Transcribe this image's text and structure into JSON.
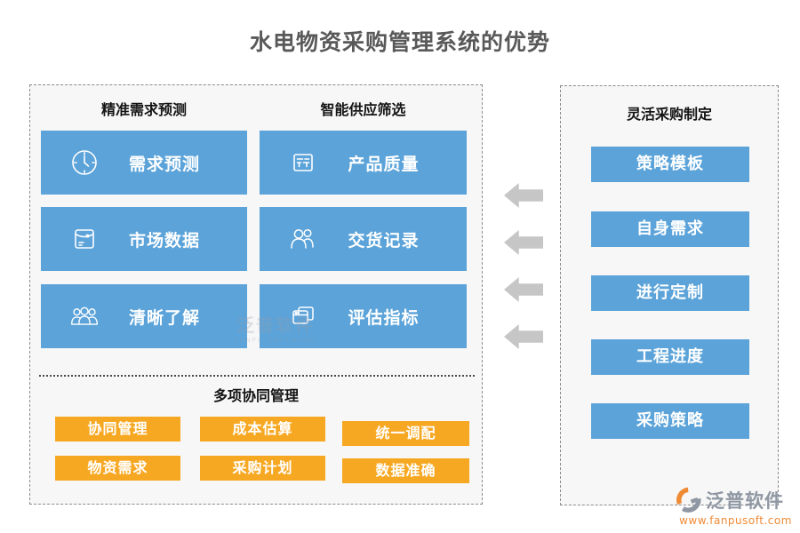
{
  "title": "水电物资采购管理系统的优势",
  "colors": {
    "blue": "#5ba3d9",
    "orange": "#f7a823",
    "arrow_gray": "#c6c6c6",
    "title_gray": "#595959",
    "panel_bg": "#f7f7f7",
    "logo_orange": "#ef8a35",
    "logo_gray": "#8f97a3"
  },
  "left": {
    "columns": [
      {
        "header": "精准需求预测",
        "items": [
          {
            "icon": "clock-icon",
            "label": "需求预测"
          },
          {
            "icon": "envelope-icon",
            "label": "市场数据"
          },
          {
            "icon": "people-group-icon",
            "label": "清晰了解"
          }
        ]
      },
      {
        "header": "智能供应筛选",
        "items": [
          {
            "icon": "form-icon",
            "label": "产品质量"
          },
          {
            "icon": "two-people-icon",
            "label": "交货记录"
          },
          {
            "icon": "stacked-windows-icon",
            "label": "评估指标"
          }
        ]
      }
    ],
    "bottom": {
      "header": "多项协同管理",
      "buttons": [
        "协同管理",
        "成本估算",
        "统一调配",
        "物资需求",
        "采购计划",
        "数据准确"
      ]
    }
  },
  "right": {
    "header": "灵活采购制定",
    "buttons": [
      "策略模板",
      "自身需求",
      "进行定制",
      "工程进度",
      "采购策略"
    ]
  },
  "arrows": {
    "count": 4,
    "direction": "left"
  },
  "watermark": {
    "text": "泛普软件",
    "subtext": "FANPU SOFTWARE"
  },
  "logo": {
    "name": "泛普软件",
    "url": "www.fanpusoft.com"
  }
}
